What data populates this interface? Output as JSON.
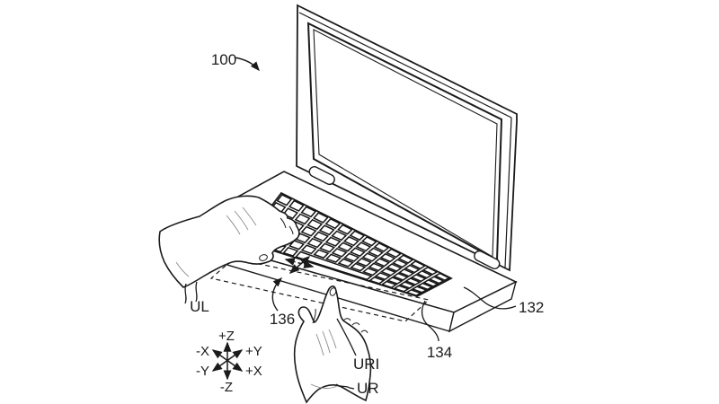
{
  "figure": {
    "type": "patent-line-drawing",
    "description": "Laptop with user hands on keyboard and touch area",
    "labels": {
      "ref_100": "100",
      "ref_132": "132",
      "ref_134": "134",
      "ref_136": "136",
      "ul": "UL",
      "ur": "UR",
      "uri": "URI"
    },
    "axes": {
      "up": "+Z",
      "down": "-Z",
      "upper_left": "-X",
      "upper_right": "+Y",
      "lower_left": "-Y",
      "lower_right": "+X"
    },
    "keyboard": {
      "rows": 6,
      "cols": 14
    },
    "colors": {
      "line": "#1b1b1b",
      "background": "#ffffff"
    }
  }
}
